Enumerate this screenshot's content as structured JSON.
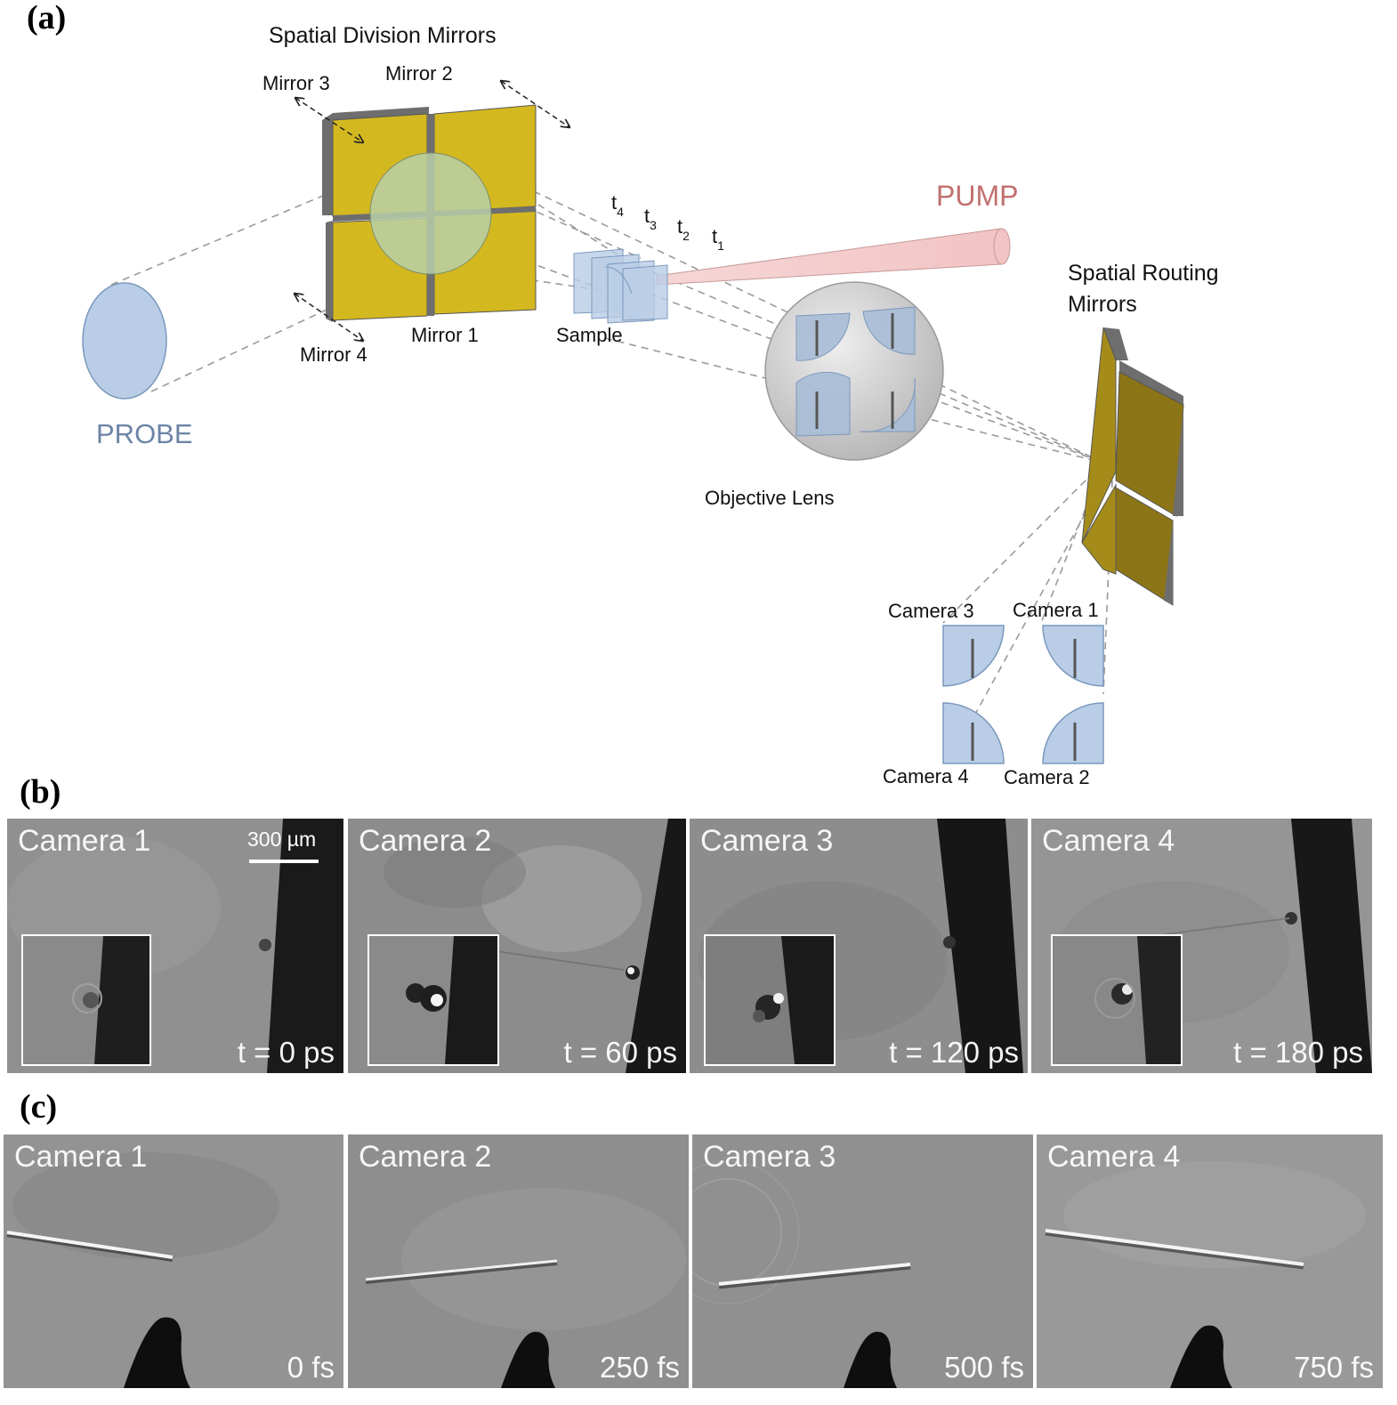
{
  "panel_a": {
    "letter": "(a)",
    "title": "Spatial Division Mirrors",
    "mirrors": [
      "Mirror 3",
      "Mirror 2",
      "Mirror 1",
      "Mirror 4"
    ],
    "times": [
      "t",
      "t",
      "t",
      "t"
    ],
    "time_subs": [
      "4",
      "3",
      "2",
      "1"
    ],
    "pump": "PUMP",
    "probe": "PROBE",
    "sample": "Sample",
    "lens": "Objective Lens",
    "routing_line1": "Spatial Routing",
    "routing_line2": "Mirrors",
    "cameras": [
      "Camera 3",
      "Camera 1",
      "Camera 4",
      "Camera 2"
    ],
    "colors": {
      "pump": "#c0706e",
      "probe": "#6c84a6",
      "mirror": "#d4b820",
      "frame": "#7a7a7a",
      "beam": "#b8cde6"
    }
  },
  "panel_b": {
    "letter": "(b)",
    "scale": "300 µm",
    "frames": [
      {
        "camera": "Camera 1",
        "time": "t = 0 ps"
      },
      {
        "camera": "Camera 2",
        "time": "t = 60 ps"
      },
      {
        "camera": "Camera 3",
        "time": "t = 120 ps"
      },
      {
        "camera": "Camera 4",
        "time": "t = 180 ps"
      }
    ]
  },
  "panel_c": {
    "letter": "(c)",
    "frames": [
      {
        "camera": "Camera 1",
        "time": "0 fs"
      },
      {
        "camera": "Camera 2",
        "time": "250 fs"
      },
      {
        "camera": "Camera 3",
        "time": "500 fs"
      },
      {
        "camera": "Camera 4",
        "time": "750 fs"
      }
    ]
  }
}
